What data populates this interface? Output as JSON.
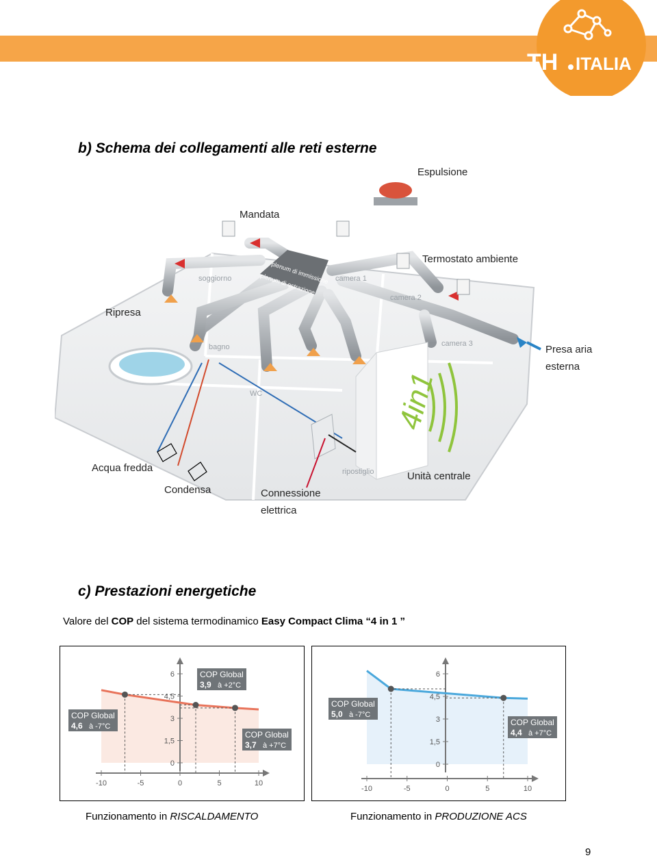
{
  "logo": {
    "text_a": "ATH",
    "text_b": "ITALIA"
  },
  "section_b": {
    "title": "b) Schema dei collegamenti alle reti esterne"
  },
  "diagram": {
    "labels": {
      "espulsione": "Espulsione",
      "mandata": "Mandata",
      "termostato": "Termostato ambiente",
      "ripresa": "Ripresa",
      "presa_aria_1": "Presa   aria",
      "presa_aria_2": "esterna",
      "acqua_fredda": "Acqua fredda",
      "condensa": "Condensa",
      "connessione_1": "Connessione",
      "connessione_2": "elettrica",
      "unita_centrale": "Unità centrale"
    },
    "room_labels": {
      "soggiorno": "soggiorno",
      "camera1": "camera 1",
      "camera2": "camera 2",
      "camera3": "camera 3",
      "bagno": "bagno",
      "wc": "WC",
      "ripostiglio": "ripostiglio",
      "plenum_imm": "plenum di immissione",
      "plenum_estr": "plenum di estrazione",
      "unit_text": "4in1"
    }
  },
  "section_c": {
    "title": "c) Prestazioni energetiche",
    "subtitle_parts": {
      "p1": "Valore del ",
      "p2": "COP",
      "p3": " del sistema termodinamico ",
      "p4": "Easy Compact Clima “4 in 1 ”"
    }
  },
  "chart_data": [
    {
      "type": "line",
      "title": "",
      "xlabel": "",
      "ylabel": "",
      "xlim": [
        -10,
        10
      ],
      "ylim": [
        0,
        6
      ],
      "x_ticks": [
        "-10",
        "-5",
        "0",
        "5",
        "10"
      ],
      "y_ticks": [
        "0",
        "1,5",
        "3",
        "4,5",
        "6"
      ],
      "series": [
        {
          "x": [
            -10,
            -7,
            2,
            7,
            10
          ],
          "y": [
            4.9,
            4.6,
            3.9,
            3.7,
            3.6
          ]
        }
      ],
      "color": "#e8735a",
      "fill": "#fbe9e2",
      "points": [
        {
          "x": -7,
          "y": 4.6
        },
        {
          "x": 2,
          "y": 3.9
        },
        {
          "x": 7,
          "y": 3.7
        }
      ],
      "callouts": [
        {
          "title": "COP Global",
          "value": "4,6",
          "cond": "à -7°C"
        },
        {
          "title": "COP Global",
          "value": "3,9",
          "cond": "à +2°C"
        },
        {
          "title": "COP Global",
          "value": "3,7",
          "cond": "à +7°C"
        }
      ],
      "caption_plain": "Funzionamento in ",
      "caption_italic": "RISCALDAMENTO"
    },
    {
      "type": "line",
      "title": "",
      "xlabel": "",
      "ylabel": "",
      "xlim": [
        -10,
        10
      ],
      "ylim": [
        0,
        6
      ],
      "x_ticks": [
        "-10",
        "-5",
        "0",
        "5",
        "10"
      ],
      "y_ticks": [
        "0",
        "1,5",
        "3",
        "4,5",
        "6"
      ],
      "series": [
        {
          "x": [
            -10,
            -7,
            7,
            10
          ],
          "y": [
            6.2,
            5.0,
            4.4,
            4.35
          ]
        }
      ],
      "color": "#4aa8dc",
      "fill": "#e6f1fa",
      "points": [
        {
          "x": -7,
          "y": 5.0
        },
        {
          "x": 7,
          "y": 4.4
        }
      ],
      "callouts": [
        {
          "title": "COP Global",
          "value": "5,0",
          "cond": "à -7°C"
        },
        {
          "title": "COP Global",
          "value": "4,4",
          "cond": "à +7°C"
        }
      ],
      "caption_plain": "Funzionamento in ",
      "caption_italic": "PRODUZIONE ACS"
    }
  ],
  "page": {
    "number": "9"
  }
}
